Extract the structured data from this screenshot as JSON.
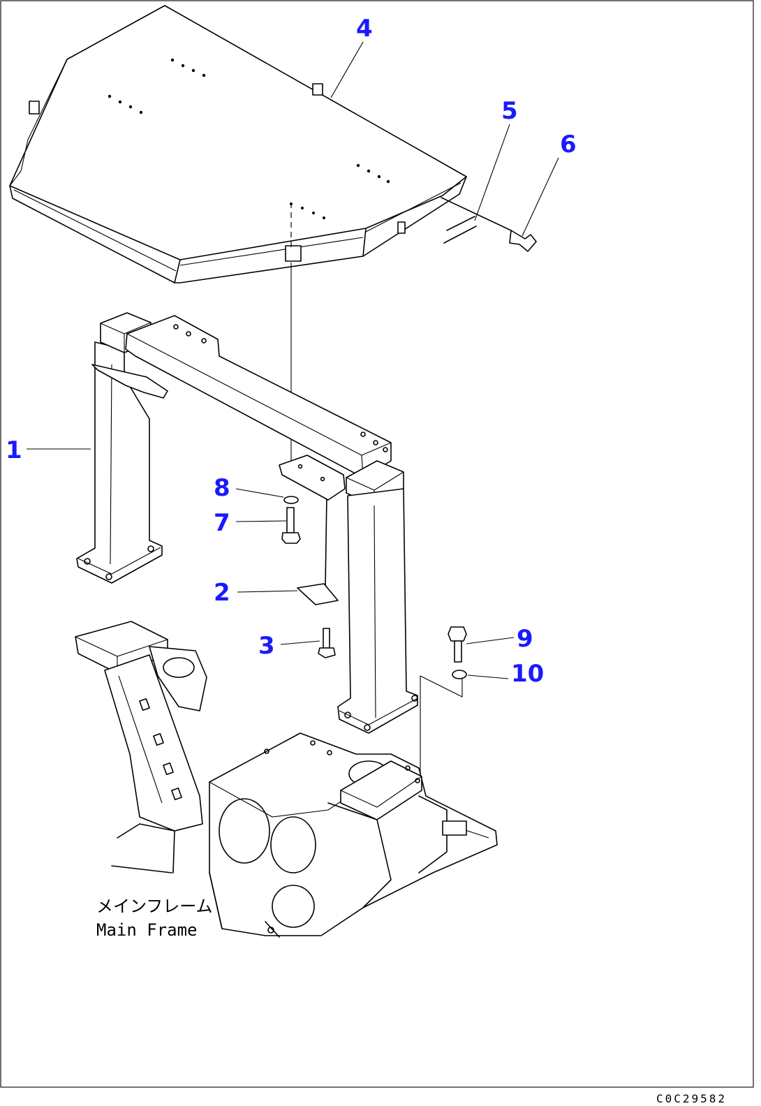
{
  "callouts": [
    {
      "id": "1",
      "label": "1"
    },
    {
      "id": "2",
      "label": "2"
    },
    {
      "id": "3",
      "label": "3"
    },
    {
      "id": "4",
      "label": "4"
    },
    {
      "id": "5",
      "label": "5"
    },
    {
      "id": "6",
      "label": "6"
    },
    {
      "id": "7",
      "label": "7"
    },
    {
      "id": "8",
      "label": "8"
    },
    {
      "id": "9",
      "label": "9"
    },
    {
      "id": "10",
      "label": "10"
    }
  ],
  "frame_label": {
    "japanese": "メインフレーム",
    "english": "Main Frame"
  },
  "drawing_code": "C0C29582",
  "colors": {
    "callout": "#1a1aff",
    "line": "#000000",
    "background": "#ffffff"
  }
}
